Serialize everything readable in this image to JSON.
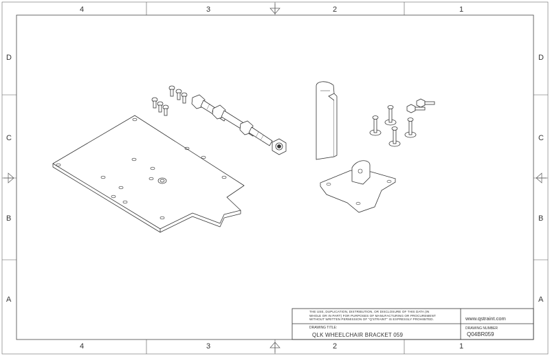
{
  "zones": {
    "columns": [
      "4",
      "3",
      "2",
      "1"
    ],
    "rows": [
      "D",
      "C",
      "B",
      "A"
    ]
  },
  "title_block": {
    "notice": "THE USE, DUPLICATION, DISTRIBUTION, OR DISCLOSURE OF THIS DATA (IN WHOLE OR IN PART) FOR PURPOSES OF MANUFACTURING OR PROCUREMENT WITHOUT WRITTEN PERMISSION OF \"Q'STRAINT\" IS EXPRESSLY PROHIBITED.",
    "drawing_title_label": "DRAWING TITLE:",
    "drawing_title": "QLK WHEELCHAIR BRACKET 059",
    "website": "www.qstraint.com",
    "drawing_number_label": "DRAWING NUMBER",
    "drawing_number": "Q04BR059"
  },
  "parts": [
    "mounting-plate",
    "hex-bolt",
    "long-bolt",
    "hex-nut",
    "small-bolts",
    "bracket-arm",
    "cross-bracket",
    "mounting-bolts"
  ],
  "colors": {
    "line": "#333333",
    "border": "#444444"
  }
}
